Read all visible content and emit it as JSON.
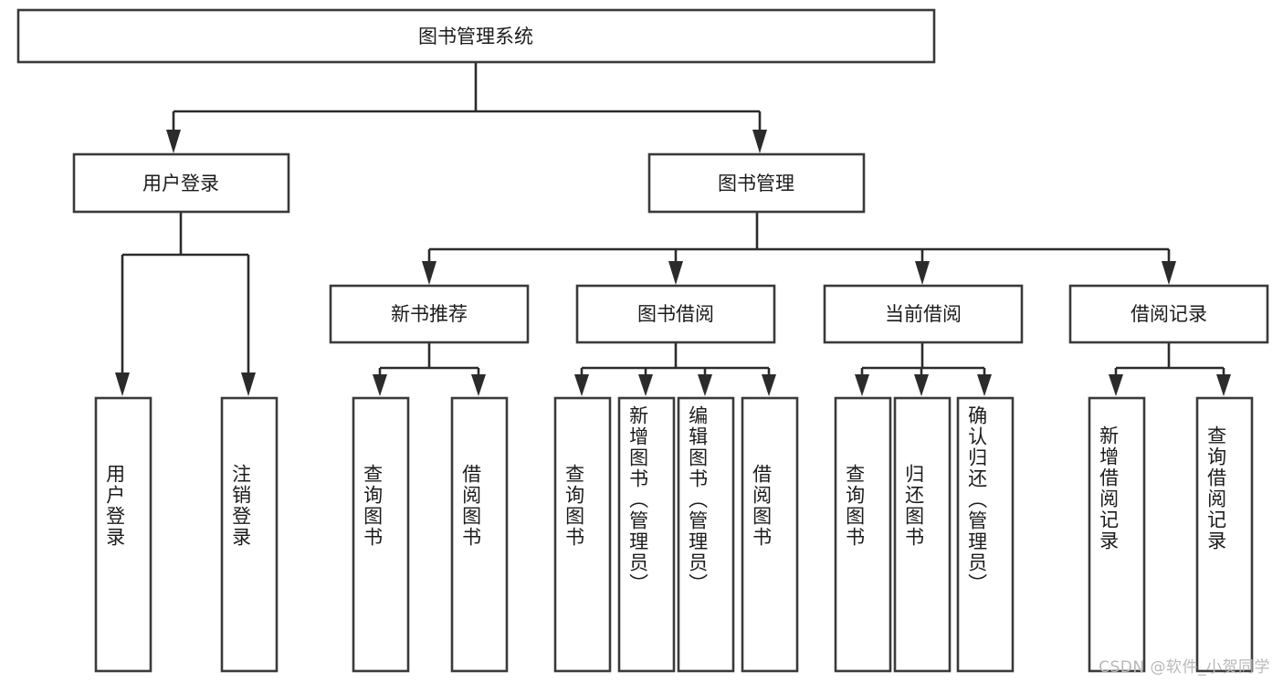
{
  "diagram": {
    "title": "图书管理系统",
    "type": "tree-hierarchy-chart",
    "root": {
      "id": "root",
      "label": "图书管理系统",
      "orientation": "horizontal"
    },
    "level2": [
      {
        "id": "user-login",
        "label": "用户登录",
        "orientation": "horizontal"
      },
      {
        "id": "book-manage",
        "label": "图书管理",
        "orientation": "horizontal"
      }
    ],
    "level3": [
      {
        "id": "new-book-rec",
        "label": "新书推荐",
        "orientation": "horizontal",
        "parent": "book-manage"
      },
      {
        "id": "book-borrow",
        "label": "图书借阅",
        "orientation": "horizontal",
        "parent": "book-manage"
      },
      {
        "id": "current-borrow",
        "label": "当前借阅",
        "orientation": "horizontal",
        "parent": "book-manage"
      },
      {
        "id": "borrow-record",
        "label": "借阅记录",
        "orientation": "horizontal",
        "parent": "book-manage"
      }
    ],
    "leaves": {
      "user-login": [
        {
          "id": "leaf-user-login",
          "label": "用户登录"
        },
        {
          "id": "leaf-user-logout",
          "label": "注销登录"
        }
      ],
      "new-book-rec": [
        {
          "id": "leaf-query-book-1",
          "label": "查询图书"
        },
        {
          "id": "leaf-borrow-book-1",
          "label": "借阅图书"
        }
      ],
      "book-borrow": [
        {
          "id": "leaf-query-book-2",
          "label": "查询图书"
        },
        {
          "id": "leaf-add-book",
          "label": "新增图书（管理员）"
        },
        {
          "id": "leaf-edit-book",
          "label": "编辑图书（管理员）"
        },
        {
          "id": "leaf-borrow-book-2",
          "label": "借阅图书"
        }
      ],
      "current-borrow": [
        {
          "id": "leaf-query-book-3",
          "label": "查询图书"
        },
        {
          "id": "leaf-return-book",
          "label": "归还图书"
        },
        {
          "id": "leaf-confirm-return",
          "label": "确认归还（管理员）"
        }
      ],
      "borrow-record": [
        {
          "id": "leaf-add-record",
          "label": "新增借阅记录"
        },
        {
          "id": "leaf-query-record",
          "label": "查询借阅记录"
        }
      ]
    }
  },
  "watermark": {
    "text": "CSDN @软件_小贺同学"
  },
  "colors": {
    "box_stroke": "#3a3a3a",
    "edge": "#2b2b2b",
    "text": "#1b1b1b",
    "background": "#ffffff",
    "watermark": "#b9b9b9"
  }
}
